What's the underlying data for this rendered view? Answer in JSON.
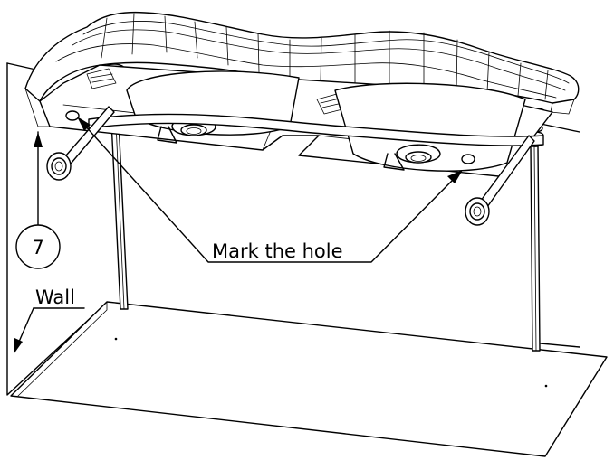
{
  "diagram": {
    "step_number": "7",
    "annotations": {
      "mark_hole": "Mark the hole",
      "wall": "Wall"
    }
  }
}
